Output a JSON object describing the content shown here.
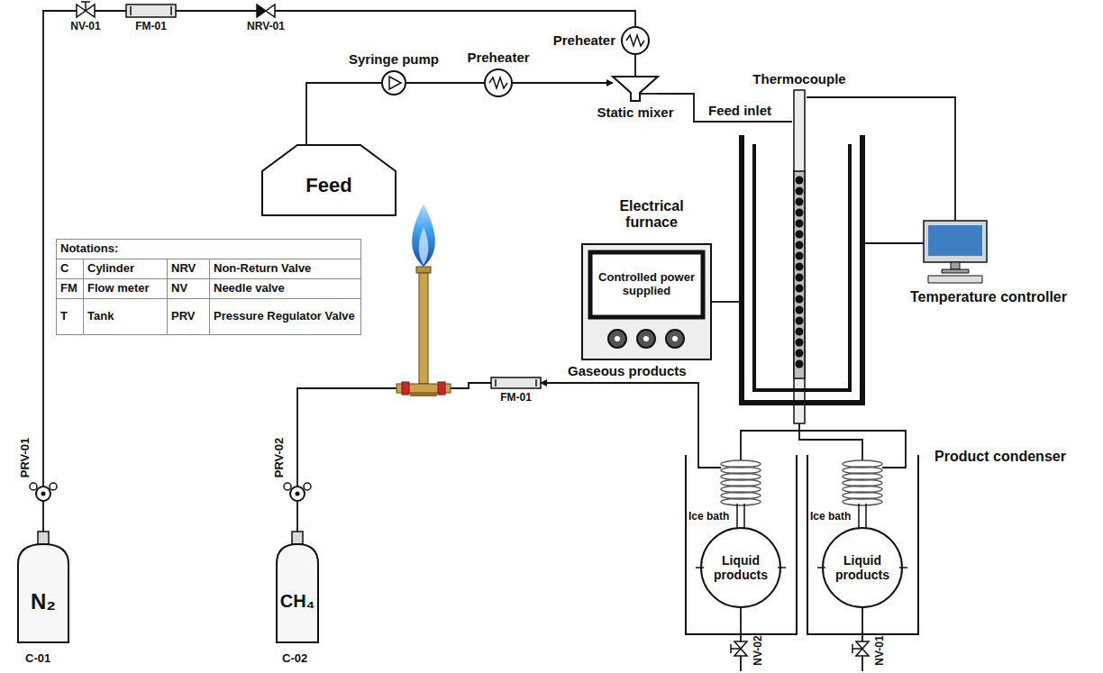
{
  "diagram": {
    "nodes": [
      {
        "text": [
          "N₂"
        ]
      },
      {
        "text": [
          "NV-01"
        ]
      },
      {
        "text": [
          "FM-01"
        ]
      },
      {
        "text": [
          "NRV-01"
        ]
      },
      {
        "text": [
          "Preheater"
        ]
      },
      {
        "text": [
          "Feed"
        ]
      },
      {
        "text": [
          "Syringe pump"
        ]
      },
      {
        "text": [
          "Preheater"
        ]
      },
      {
        "text": [
          "Static mixer"
        ]
      },
      {
        "text": [
          "Thermocouple"
        ]
      },
      {
        "text": [
          "Electrical furnace"
        ]
      },
      {
        "text": [
          "Controlled power supplied"
        ]
      },
      {
        "text": [
          "Temperature controller"
        ]
      },
      {
        "text": [
          "Ice bath"
        ]
      },
      {
        "text": [
          "Liquid products"
        ],
        "in": 13
      },
      {
        "text": [
          "Ice bath"
        ]
      },
      {
        "text": [
          "Liquid products"
        ],
        "in": 15
      },
      {
        "text": [
          "FM-01"
        ]
      },
      {
        "text": [
          "CH₄"
        ]
      }
    ],
    "edges": [
      {
        "from": 0,
        "to": 1,
        "arrow": "none"
      },
      {
        "from": 1,
        "to": 2,
        "arrow": "none"
      },
      {
        "from": 2,
        "to": 3,
        "arrow": "none"
      },
      {
        "from": 3,
        "to": 4,
        "arrow": "none"
      },
      {
        "from": 4,
        "to": 8,
        "arrow": "none"
      },
      {
        "from": 5,
        "to": 6,
        "arrow": "none"
      },
      {
        "from": 6,
        "to": 7,
        "arrow": "none"
      },
      {
        "from": 7,
        "to": 8,
        "arrow": "to"
      },
      {
        "from": 8,
        "to": 9,
        "label": "Feed inlet",
        "arrow": "none"
      },
      {
        "from": 9,
        "to": 12,
        "arrow": "none"
      },
      {
        "from": 11,
        "to": 10,
        "arrow": "none"
      },
      {
        "from": 10,
        "to": 12,
        "arrow": "none"
      },
      {
        "from": 9,
        "to": 15,
        "arrow": "none"
      },
      {
        "from": 15,
        "to": 13,
        "arrow": "none"
      },
      {
        "from": 13,
        "to": 17,
        "label": "Gaseous products",
        "arrow": "to"
      }
    ],
    "labels": [
      "PRV-01",
      "PRV-02",
      "C-01",
      "C-02",
      "Product condenser",
      "NV-02",
      "NV-01",
      "Notations:",
      "C",
      "Cylinder",
      "NRV",
      "Non-Return Valve",
      "FM",
      "Flow meter",
      "NV",
      "Needle valve",
      "T",
      "Tank",
      "PRV",
      "Pressure Regulator Valve"
    ]
  }
}
